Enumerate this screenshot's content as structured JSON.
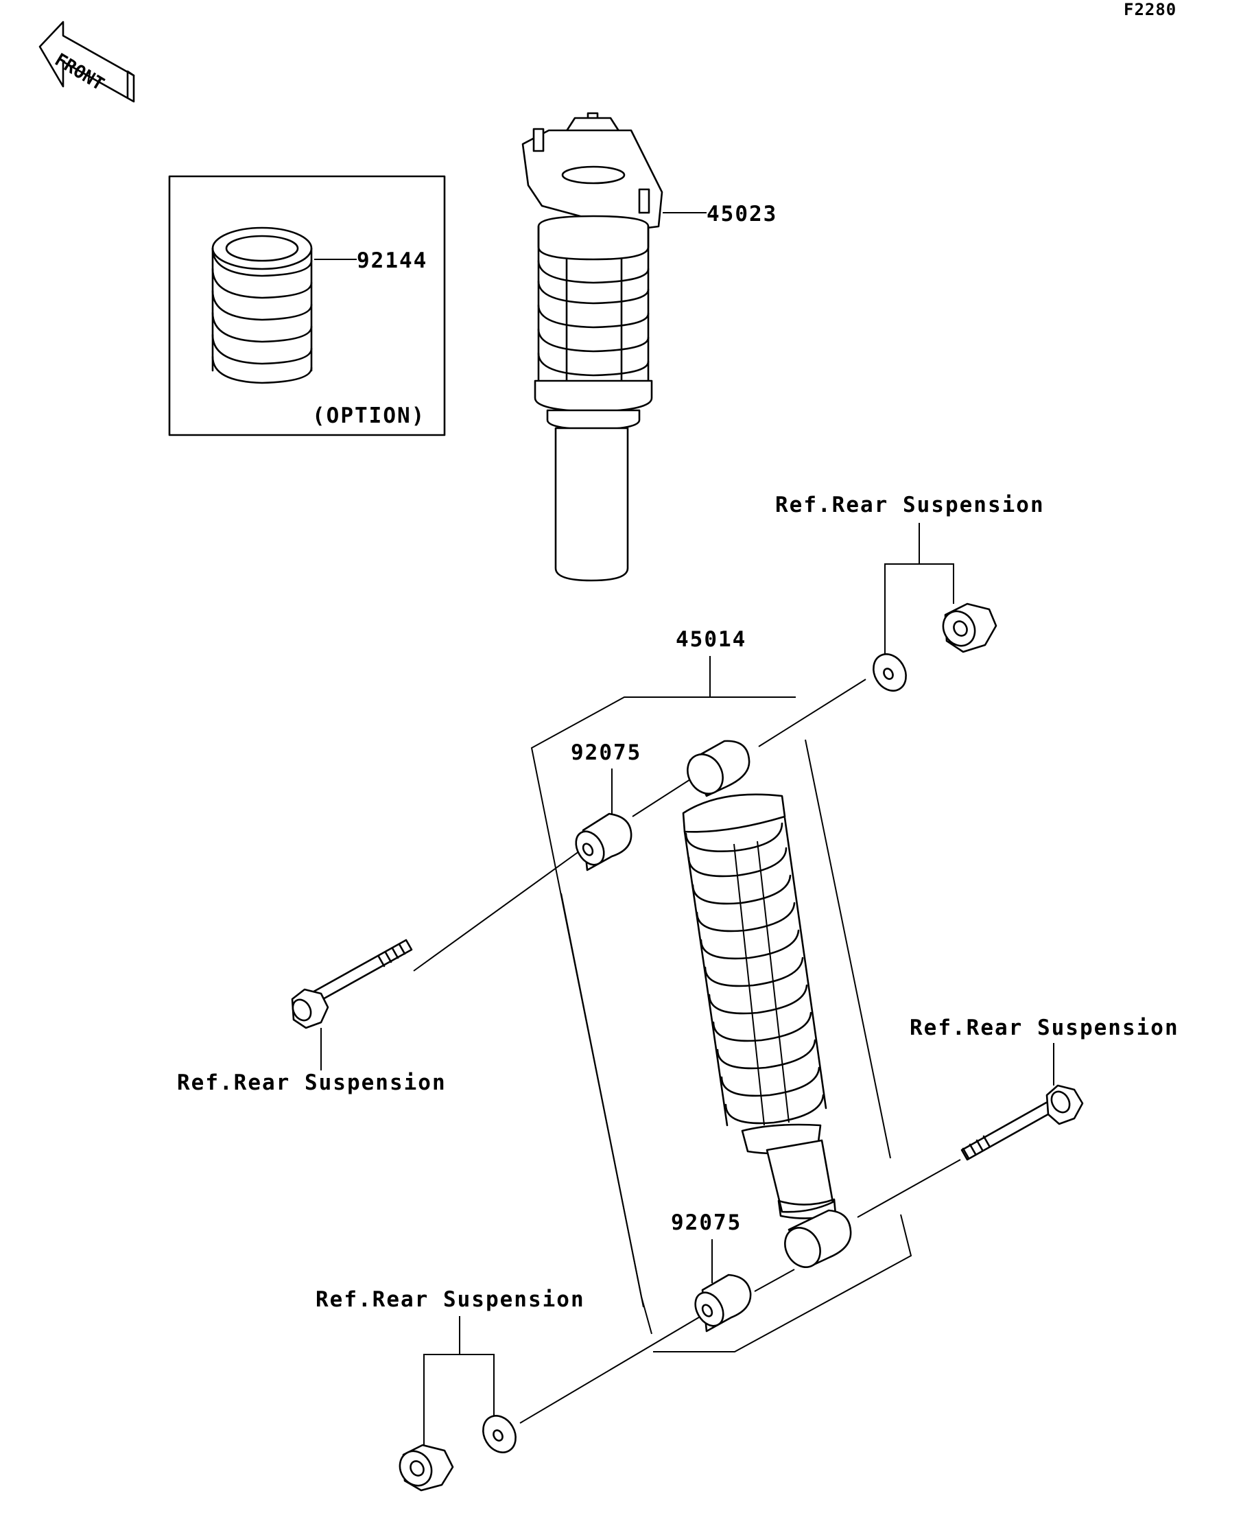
{
  "diagram_code": "F2280",
  "front_label": "FRONT",
  "parts": {
    "spring_option": {
      "number": "92144",
      "note": "(OPTION)"
    },
    "shock_front": {
      "number": "45023"
    },
    "shock_rear": {
      "number": "45014"
    },
    "bushing_upper": {
      "number": "92075"
    },
    "bushing_lower": {
      "number": "92075"
    }
  },
  "refs": {
    "upper_right": "Ref.Rear Suspension",
    "left_bolt": "Ref.Rear Suspension",
    "right_bolt": "Ref.Rear Suspension",
    "lower_left": "Ref.Rear Suspension"
  }
}
